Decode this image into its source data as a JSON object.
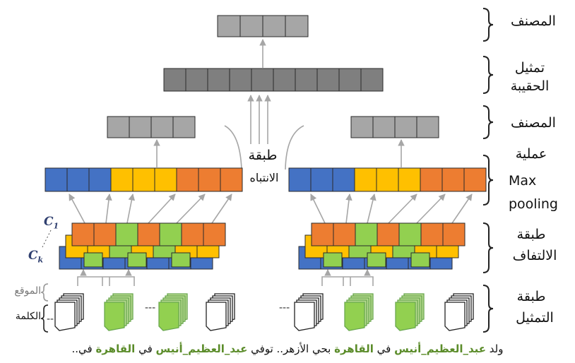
{
  "colors": {
    "blue": "#4472c4",
    "yellow": "#ffc000",
    "orange": "#ed7d31",
    "green": "#92d050",
    "gray_light": "#a6a6a6",
    "gray_dark": "#7f7f7f",
    "word_green": "#5b8c2a"
  },
  "labels": {
    "classifier_top": "المصنف",
    "representation_line1": "تمثيل",
    "representation_line2": "الحقيبة",
    "classifier_mid": "المصنف",
    "max_pooling_line1": "عملية",
    "max_pooling_line2": "Max",
    "max_pooling_line3": "pooling",
    "conv_line1": "طبقة",
    "conv_line2": "الالتفاف",
    "embed_line1": "طبقة",
    "embed_line2": "التمثيل",
    "attention_line1": "طبقة",
    "attention_line2": "الانتباه",
    "position": "الموقع",
    "word": "الكلمة",
    "c1": "C",
    "c1_sub": "1",
    "ck": "C",
    "ck_sub": "k"
  },
  "sentence": {
    "p1": "ولد ",
    "e1": "عبد_العظيم_أنيس",
    "p2": " في ",
    "e2": "القاهرة",
    "p3": " بحي الأزهر..  توفي ",
    "e3": "عبد_العظيم_أنيس",
    "p4": " في ",
    "e4": "القاهرة",
    "p5": " في.."
  },
  "icons": [
    "word-document-icon",
    "position-document-icon",
    "curly-brace-icon"
  ]
}
